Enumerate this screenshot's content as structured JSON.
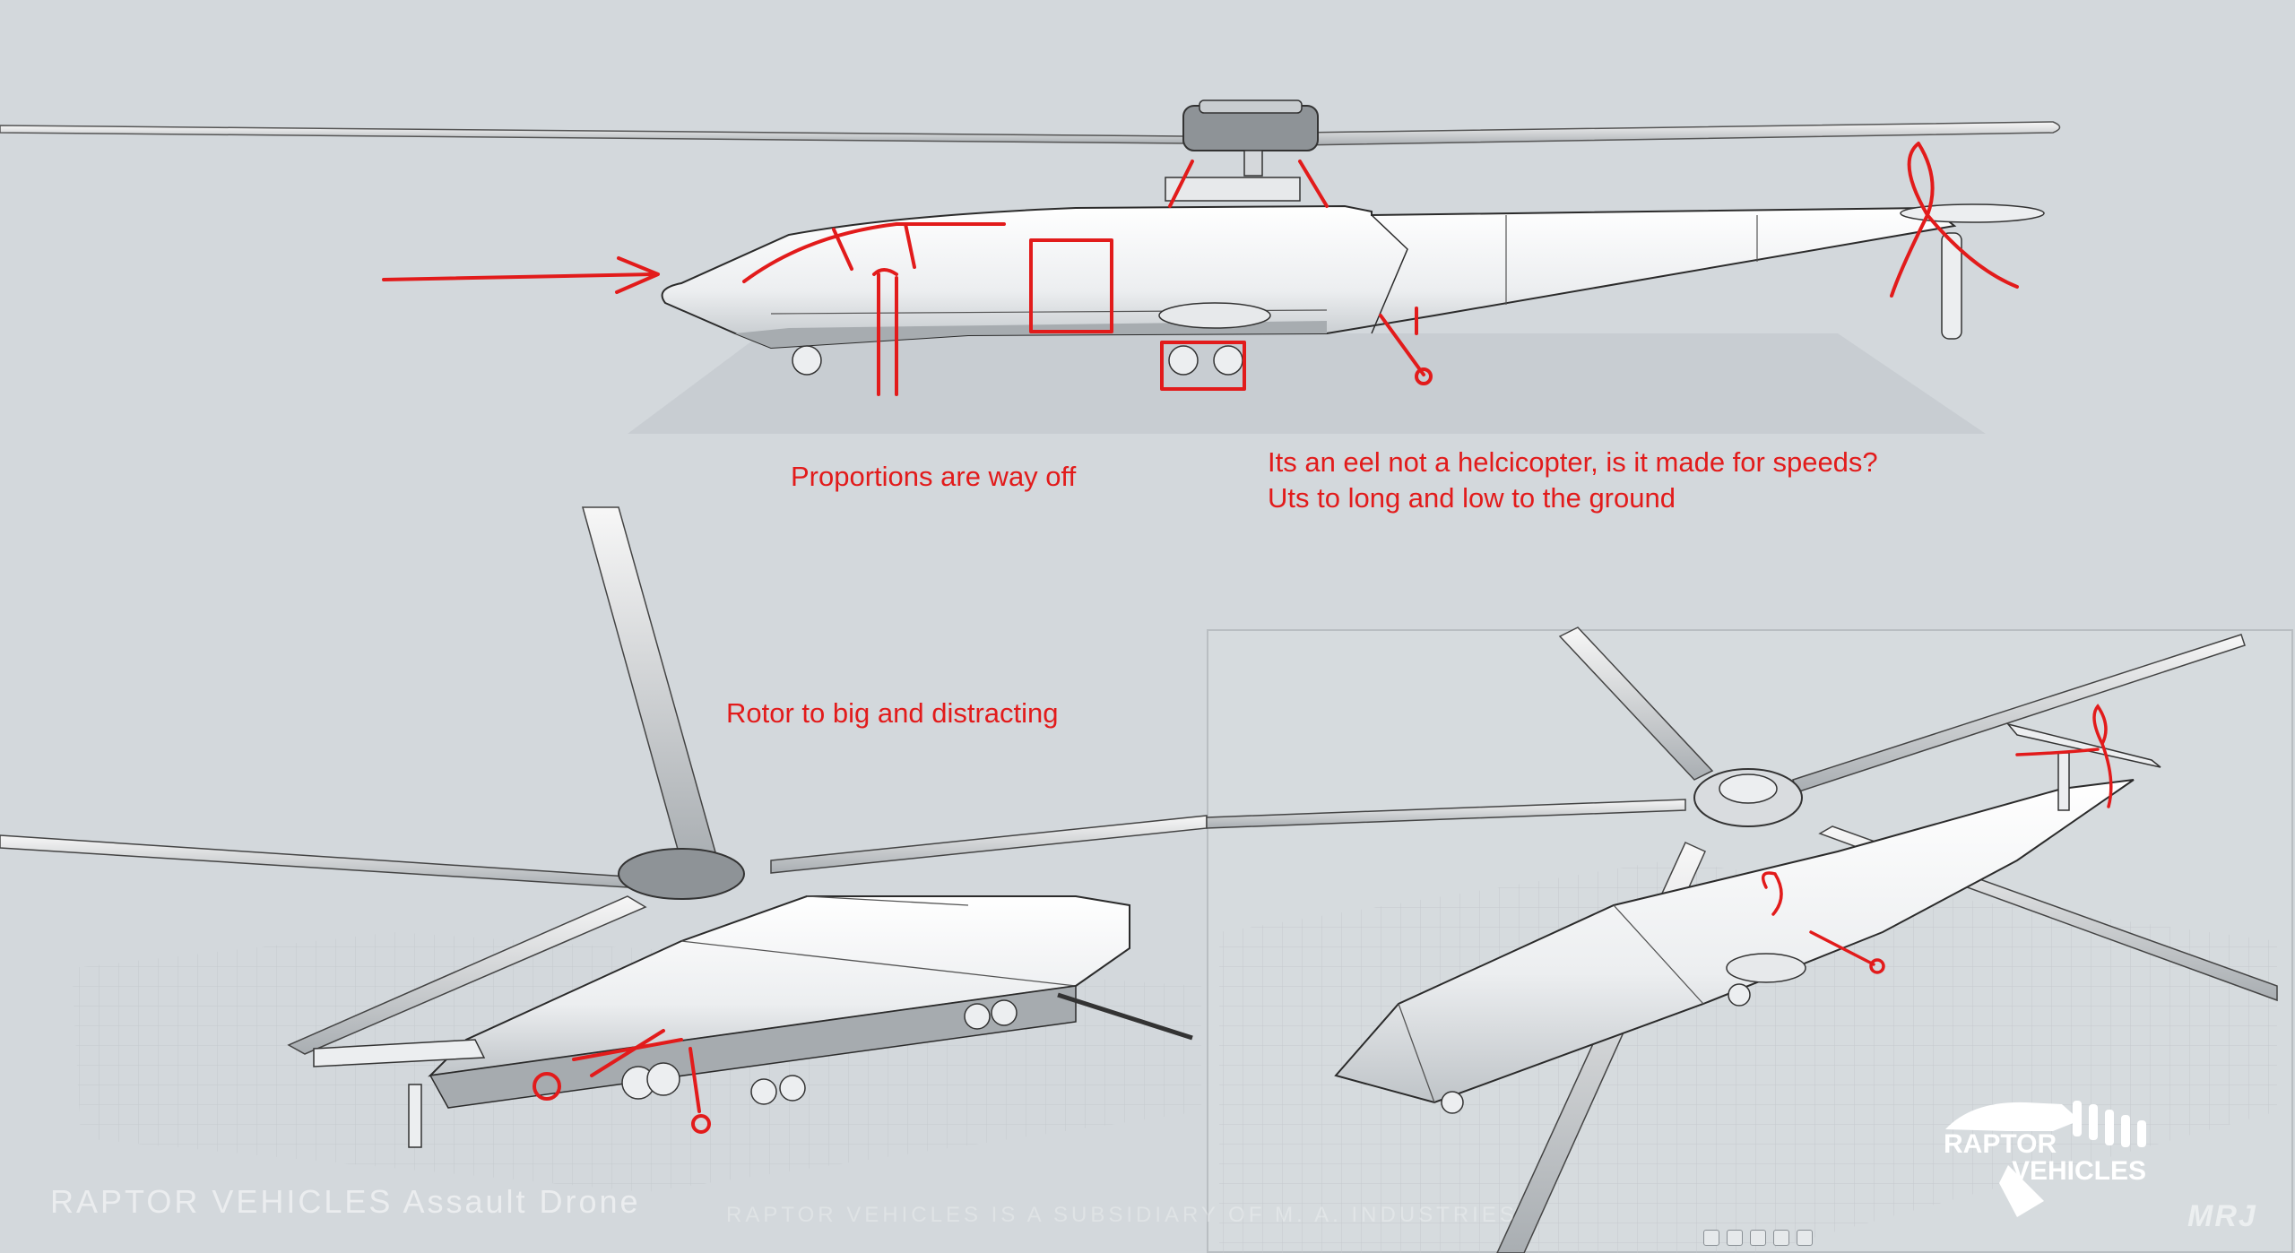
{
  "notes": {
    "proportions": "Proportions are way off",
    "eel_line1": "Its an eel not a helcicopter, is it made for speeds?",
    "eel_line2": "Uts to long and low to the ground",
    "rotor": "Rotor to big and distracting"
  },
  "branding": {
    "title": "RAPTOR VEHICLES Assault Drone",
    "watermark": "RAPTOR VEHICLES IS A SUBSIDIARY OF M. A. INDUSTRIES",
    "logo_line1": "RAPTOR",
    "logo_line2": "VEHICLES",
    "signature": "MRJ"
  },
  "colors": {
    "background": "#d3d8dc",
    "annotation": "#e21b1b",
    "model": "#f2f3f4",
    "outline": "#2b2b2b"
  }
}
